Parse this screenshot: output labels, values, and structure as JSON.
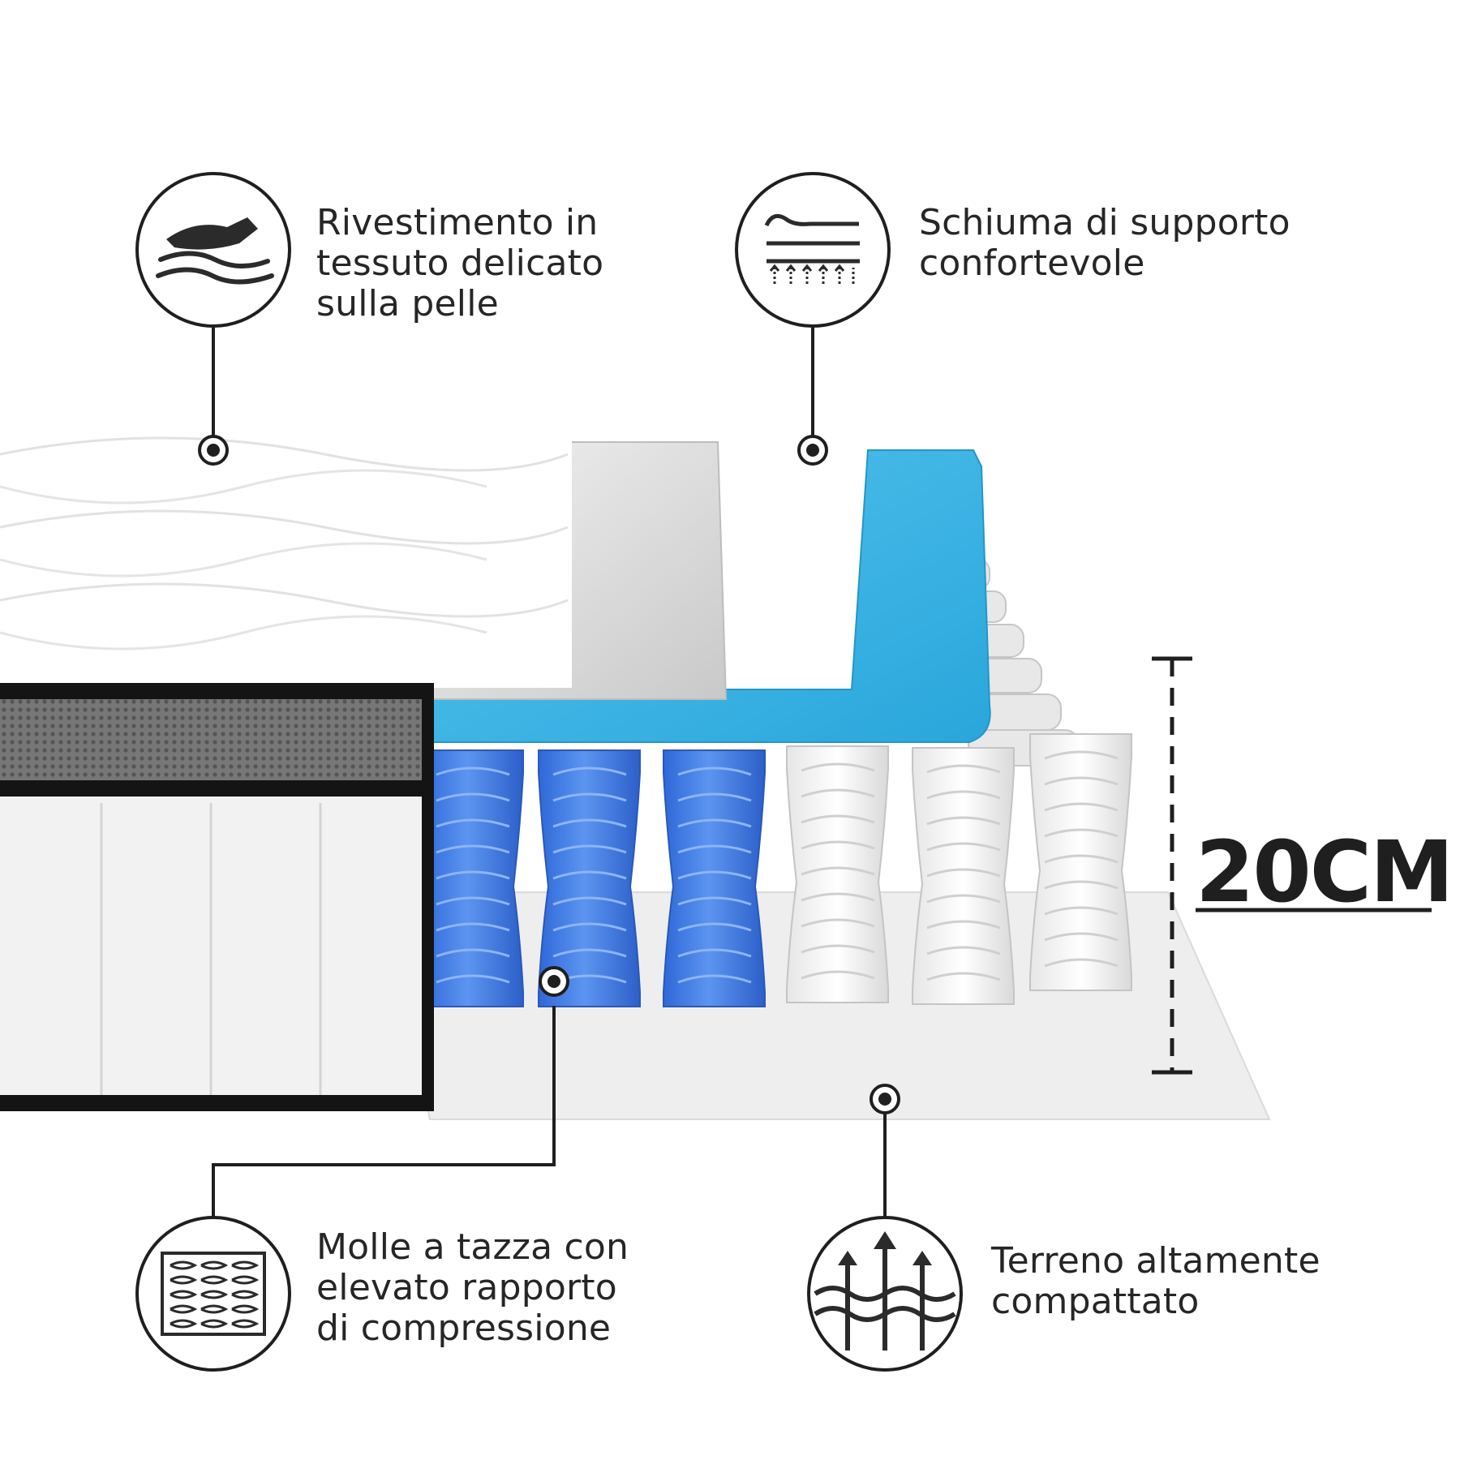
{
  "callouts": {
    "cover": {
      "icon": "soft-fabric-hand-icon",
      "lines": [
        "Rivestimento in",
        "tessuto delicato",
        "sulla pelle"
      ]
    },
    "foam": {
      "icon": "support-foam-icon",
      "lines": [
        "Schiuma di supporto",
        "confortevole"
      ]
    },
    "springs": {
      "icon": "pocket-springs-icon",
      "lines": [
        "Molle a tazza con",
        "elevato rapporto",
        "di compressione"
      ]
    },
    "base": {
      "icon": "compacted-base-arrows-icon",
      "lines": [
        "Terreno altamente",
        "compattato"
      ]
    }
  },
  "dimension": {
    "height_label": "20CM"
  },
  "colors": {
    "text": "#262626",
    "foam": "#3db6e5",
    "springs_blue": "#3f7ee8",
    "springs_white": "#ececec",
    "border": "#141414"
  }
}
